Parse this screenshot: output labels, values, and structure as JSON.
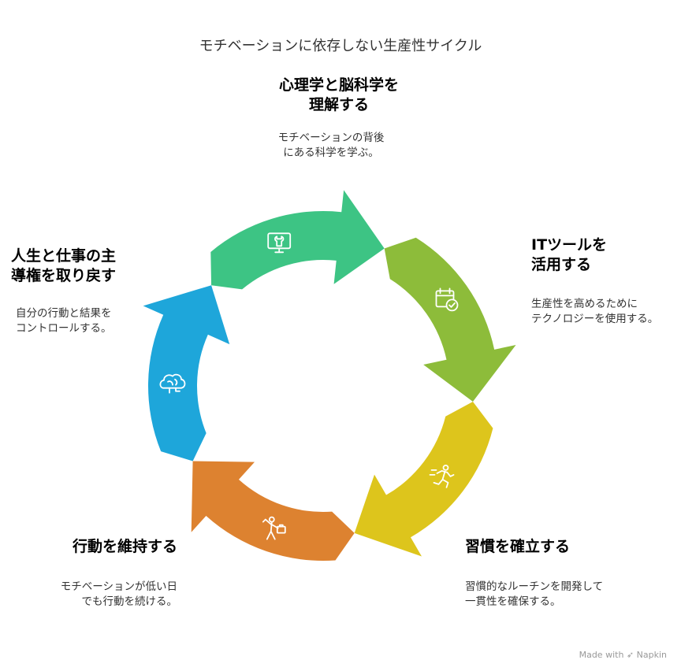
{
  "title": "モチベーションに依存しない生産性サイクル",
  "steps": [
    {
      "title_lines": [
        "心理学と脳科学を",
        "理解する"
      ],
      "desc_lines": [
        "モチベーションの背後",
        "にある科学を学ぶ。"
      ],
      "color": "#1EA6DA",
      "icon": "brain-icon"
    },
    {
      "title_lines": [
        "ITツールを",
        "活用する"
      ],
      "desc_lines": [
        "生産性を高めるために",
        "テクノロジーを使用する。"
      ],
      "color": "#3DC484",
      "icon": "monitor-wrench-icon"
    },
    {
      "title_lines": [
        "習慣を確立する"
      ],
      "desc_lines": [
        "習慣的なルーチンを開発して",
        "一貫性を確保する。"
      ],
      "color": "#8DBC3A",
      "icon": "calendar-check-icon"
    },
    {
      "title_lines": [
        "行動を維持する"
      ],
      "desc_lines": [
        "モチベーションが低い日",
        "でも行動を続ける。"
      ],
      "color": "#DDC51C",
      "icon": "running-person-icon"
    },
    {
      "title_lines": [
        "人生と仕事の主",
        "導権を取り戻す"
      ],
      "desc_lines": [
        "自分の行動と結果を",
        "コントロールする。"
      ],
      "color": "#DD8230",
      "icon": "person-briefcase-icon"
    }
  ],
  "footer": {
    "made_with": "Made with",
    "brand": "Napkin"
  }
}
